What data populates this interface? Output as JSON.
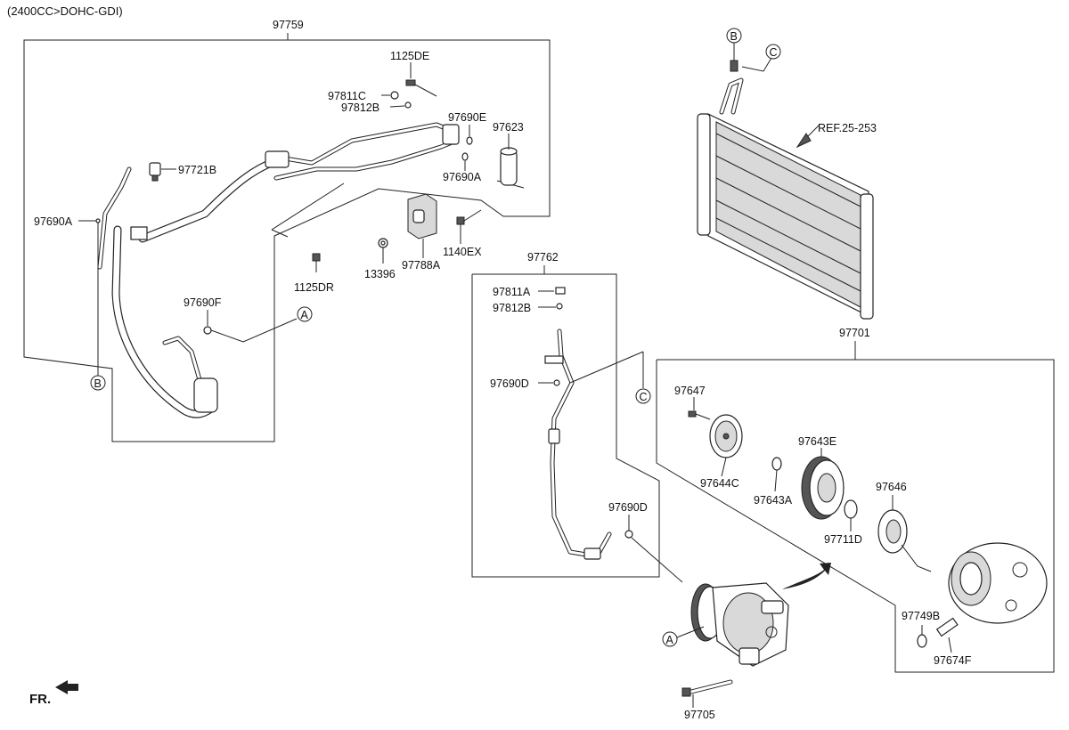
{
  "header": {
    "engine_spec": "(2400CC>DOHC-GDI)"
  },
  "direction": {
    "front_label": "FR."
  },
  "reference": {
    "condenser_ref": "REF.25-253"
  },
  "callouts": {
    "a": "A",
    "b": "B",
    "c": "C"
  },
  "assemblies": {
    "liquid_line_assembly": "97759",
    "suction_hose_assembly": "97762",
    "compressor_assembly": "97701"
  },
  "parts": {
    "p1125DE": "1125DE",
    "p97811C": "97811C",
    "p97812B_top": "97812B",
    "p97690E": "97690E",
    "p97623": "97623",
    "p97721B": "97721B",
    "p97690A_left": "97690A",
    "p97690A_mid": "97690A",
    "p13396": "13396",
    "p97788A": "97788A",
    "p1140EX": "1140EX",
    "p1125DR": "1125DR",
    "p97690F": "97690F",
    "p97811A": "97811A",
    "p97812B_mid": "97812B",
    "p97690D_upper": "97690D",
    "p97690D_lower": "97690D",
    "p97647": "97647",
    "p97644C": "97644C",
    "p97643E": "97643E",
    "p97643A": "97643A",
    "p97646": "97646",
    "p97711D": "97711D",
    "p97749B": "97749B",
    "p97674F": "97674F",
    "p97705": "97705"
  }
}
